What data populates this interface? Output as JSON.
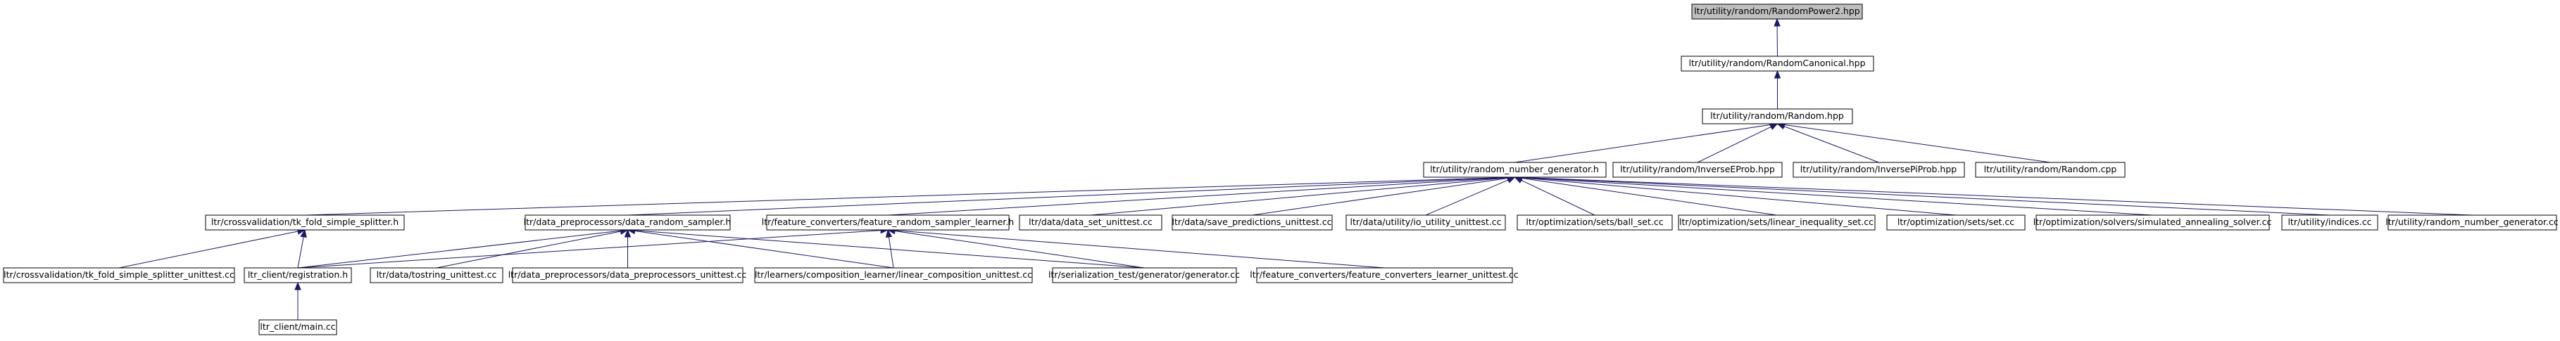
{
  "nodes": [
    {
      "id": "n0",
      "label": "ltr/utility/random/RandomPower2.hpp",
      "root": true
    },
    {
      "id": "n1",
      "label": "ltr/utility/random/RandomCanonical.hpp"
    },
    {
      "id": "n2",
      "label": "ltr/utility/random/Random.hpp"
    },
    {
      "id": "n3",
      "label": "ltr/utility/random_number_generator.h"
    },
    {
      "id": "n4",
      "label": "ltr/utility/random/InverseEProb.hpp"
    },
    {
      "id": "n5",
      "label": "ltr/utility/random/InversePiProb.hpp"
    },
    {
      "id": "n6",
      "label": "ltr/utility/random/Random.cpp"
    },
    {
      "id": "n7",
      "label": "ltr/crossvalidation/tk_fold_simple_splitter.h"
    },
    {
      "id": "n8",
      "label": "ltr/data_preprocessors/data_random_sampler.h"
    },
    {
      "id": "n9",
      "label": "ltr/feature_converters/feature_random_sampler_learner.h"
    },
    {
      "id": "n10",
      "label": "ltr/data/data_set_unittest.cc"
    },
    {
      "id": "n11",
      "label": "ltr/data/save_predictions_unittest.cc"
    },
    {
      "id": "n12",
      "label": "ltr/data/utility/io_utility_unittest.cc"
    },
    {
      "id": "n13",
      "label": "ltr/optimization/sets/ball_set.cc"
    },
    {
      "id": "n14",
      "label": "ltr/optimization/sets/linear_inequality_set.cc"
    },
    {
      "id": "n15",
      "label": "ltr/optimization/sets/set.cc"
    },
    {
      "id": "n16",
      "label": "ltr/optimization/solvers/simulated_annealing_solver.cc"
    },
    {
      "id": "n17",
      "label": "ltr/utility/indices.cc"
    },
    {
      "id": "n18",
      "label": "ltr/utility/random_number_generator.cc"
    },
    {
      "id": "n19",
      "label": "ltr/crossvalidation/tk_fold_simple_splitter_unittest.cc"
    },
    {
      "id": "n20",
      "label": "ltr_client/registration.h"
    },
    {
      "id": "n21",
      "label": "ltr/data/tostring_unittest.cc"
    },
    {
      "id": "n22",
      "label": "ltr/data_preprocessors/data_preprocessors_unittest.cc"
    },
    {
      "id": "n23",
      "label": "ltr/learners/composition_learner/linear_composition_unittest.cc"
    },
    {
      "id": "n24",
      "label": "ltr/serialization_test/generator/generator.cc"
    },
    {
      "id": "n25",
      "label": "ltr/feature_converters/feature_converters_learner_unittest.cc"
    },
    {
      "id": "n26",
      "label": "ltr_client/main.cc"
    }
  ],
  "edges": [
    {
      "from": "n1",
      "to": "n0"
    },
    {
      "from": "n2",
      "to": "n1"
    },
    {
      "from": "n3",
      "to": "n2"
    },
    {
      "from": "n4",
      "to": "n2"
    },
    {
      "from": "n5",
      "to": "n2"
    },
    {
      "from": "n6",
      "to": "n2"
    },
    {
      "from": "n7",
      "to": "n3"
    },
    {
      "from": "n8",
      "to": "n3"
    },
    {
      "from": "n9",
      "to": "n3"
    },
    {
      "from": "n10",
      "to": "n3"
    },
    {
      "from": "n11",
      "to": "n3"
    },
    {
      "from": "n12",
      "to": "n3"
    },
    {
      "from": "n13",
      "to": "n3"
    },
    {
      "from": "n14",
      "to": "n3"
    },
    {
      "from": "n15",
      "to": "n3"
    },
    {
      "from": "n16",
      "to": "n3"
    },
    {
      "from": "n17",
      "to": "n3"
    },
    {
      "from": "n18",
      "to": "n3"
    },
    {
      "from": "n19",
      "to": "n7"
    },
    {
      "from": "n20",
      "to": "n7"
    },
    {
      "from": "n20",
      "to": "n8"
    },
    {
      "from": "n21",
      "to": "n8"
    },
    {
      "from": "n22",
      "to": "n8"
    },
    {
      "from": "n23",
      "to": "n8"
    },
    {
      "from": "n24",
      "to": "n8"
    },
    {
      "from": "n20",
      "to": "n9"
    },
    {
      "from": "n23",
      "to": "n9"
    },
    {
      "from": "n24",
      "to": "n9"
    },
    {
      "from": "n25",
      "to": "n9"
    },
    {
      "from": "n26",
      "to": "n20"
    }
  ],
  "colors": {
    "edge": "#191970",
    "root_fill": "#bfbfbf",
    "node_fill": "#ffffff",
    "border": "#000000"
  }
}
